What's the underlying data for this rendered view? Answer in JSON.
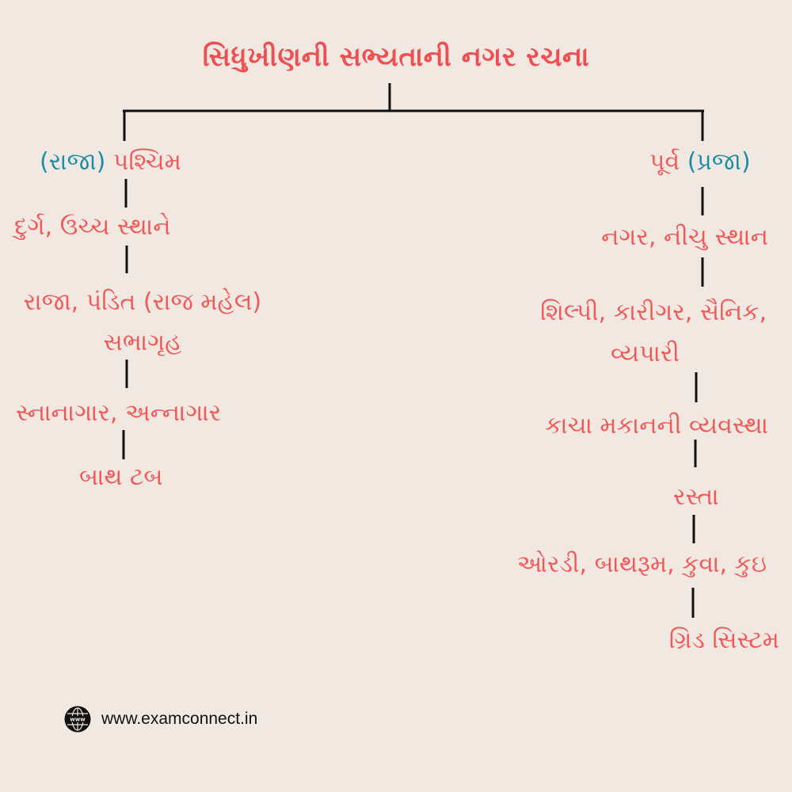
{
  "title": "સિધુખીણની  સભ્યતાની નગર રચના",
  "west": {
    "head_paren": "(રાજા)",
    "head": "પશ્ચિમ",
    "items": [
      "દુર્ગ, ઉચ્ચ સ્થાને",
      "રાજા, પંડિત (રાજ મહેલ)",
      "સભાગૃહ",
      "સ્નાનાગાર, અન્નાગાર",
      "બાથ ટબ"
    ]
  },
  "east": {
    "head": "પૂર્વ",
    "head_paren": "(પ્રજા)",
    "items": [
      "નગર, નીચુ સ્થાન",
      "શિલ્પી, કારીગર, સૈનિક,",
      "વ્યપારી",
      "કાચા મકાનની વ્યવસ્થા",
      "રસ્તા",
      "ઓરડી, બાથરૂમ, કુવા, કુઇ",
      "ગ્રિડ સિસ્ટમ"
    ]
  },
  "footer": {
    "url": "www.examconnect.in",
    "icon": "globe-www-icon",
    "icon_text": "www"
  },
  "colors": {
    "background": "#f1e8e2",
    "text": "#ef5a59",
    "paren": "#1b8ea6",
    "lines": "#111111"
  }
}
